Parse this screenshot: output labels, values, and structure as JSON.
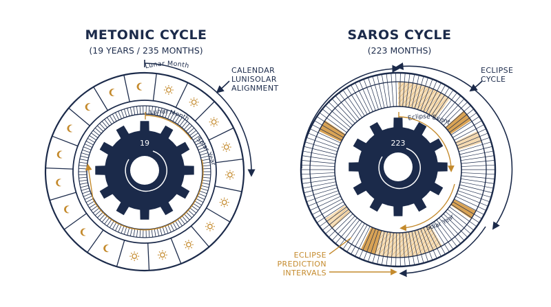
{
  "metonic": {
    "title": "METONIC CYCLE",
    "subtitle": "(19 YEARS / 235 MONTHS)",
    "gear_label": "19",
    "outer_arc_label": "Lunar Month",
    "inner_arc_label": "Lunar Month",
    "solar_arc_label": "Solar Year",
    "callout": [
      "CALENDAR",
      "LUNISOLAR",
      "ALIGNMENT"
    ],
    "icons": [
      "moon-icon",
      "sun-icon"
    ]
  },
  "saros": {
    "title": "SAROS CYCLE",
    "subtitle": "(223 MONTHS)",
    "gear_label": "223",
    "eclipse_event_label": "Eclipse Event",
    "solar_arc_label": "Solar Year",
    "callout": [
      "ECLIPSE",
      "CYCLE"
    ],
    "prediction_callout": [
      "ECLIPSE",
      "PREDICTION",
      "INTERVALS"
    ]
  },
  "colors": {
    "navy": "#1b2a4a",
    "gold": "#c48a2c",
    "gold_light": "#f4d9b0",
    "gold_mid": "#d9a355"
  }
}
